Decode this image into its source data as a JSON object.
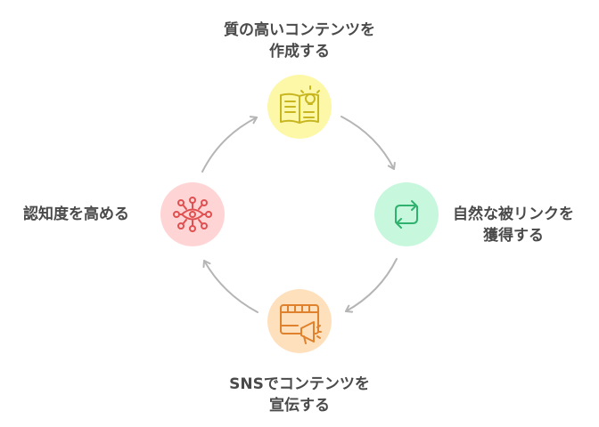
{
  "steps": [
    {
      "lines": [
        "質の高いコンテンツを",
        "作成する"
      ],
      "icon": "book-lightbulb-icon",
      "fill": "#fdf7a8",
      "stroke": "#c8b620"
    },
    {
      "lines": [
        "自然な被リンクを",
        "獲得する"
      ],
      "icon": "refresh-arrows-icon",
      "fill": "#c7f7dc",
      "stroke": "#2fb26d"
    },
    {
      "lines": [
        "SNSでコンテンツを",
        "宣伝する"
      ],
      "icon": "video-megaphone-icon",
      "fill": "#ffe0bd",
      "stroke": "#e0822d"
    },
    {
      "lines": [
        "認知度を高める"
      ],
      "icon": "eye-network-icon",
      "fill": "#ffd4d4",
      "stroke": "#e05050"
    }
  ],
  "colors": {
    "arrow": "#b5b5b5",
    "text": "#4a4a4a"
  }
}
